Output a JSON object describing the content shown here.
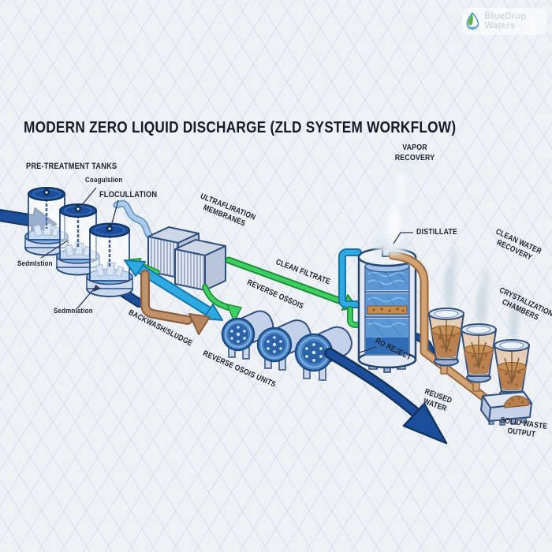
{
  "title": "MODERN ZERO LIQUID DISCHARGE (ZLD SYSTEM WORKFLOW)",
  "brand": {
    "name": "BlueDrop Waters",
    "icon": "water-drop-icon"
  },
  "labels": {
    "pre_treatment_tanks": "PRE-TREATMENT TANKS",
    "coagulation": "Coagulslion",
    "flocculation": "FLOCULLATION",
    "sedimentation_left": "Sedmlstion",
    "sedimentation_bottom": "Sedmnlation",
    "ultrafiltration_line1": "ULTRAFLIRATION",
    "ultrafiltration_line2": "MEMBRANES",
    "clean_filtrate": "CLEAN FILTRATE",
    "reverse_osmosis_flow": "REVERSE OSSOIS",
    "backwash_sludge": "BACKWASH/SLUDGE",
    "reverse_osmosis_units": "REVERSE OSOIS UNITS",
    "ro_reject": "RO REJECT",
    "vapor_recovery_line1": "VAPOR",
    "vapor_recovery_line2": "RECOVERY",
    "distillate": "DISTILLATE",
    "clean_water_recovery_line1": "CLEAN WATER",
    "clean_water_recovery_line2": "RECOVERY",
    "crystallization_line1": "CRYSTALIZATION",
    "crystallization_line2": "CHAMBERS",
    "reused_water_line1": "REUSED",
    "reused_water_line2": "WATER",
    "solid_waste_line1": "SOLID WASTE",
    "solid_waste_line2": "OUTPUT"
  },
  "colors": {
    "background": "#eef1f6",
    "grid": "#cdd9ec",
    "ink": "#1b2130",
    "navy": "#1d4e9b",
    "navy_dark": "#12355f",
    "cyan": "#2fa9e1",
    "green": "#3ecf63",
    "green_dark": "#1f8f3a",
    "tan": "#d2a273",
    "tan_dark": "#96683e",
    "brown": "#b5855f",
    "crystal_brown": "#b97f4e",
    "steel": "#d7deeb",
    "steam": "#e6eef5",
    "logo_green": "#5cb23c",
    "logo_blue": "#2380c2",
    "logo_text": "#d3d9e1"
  }
}
